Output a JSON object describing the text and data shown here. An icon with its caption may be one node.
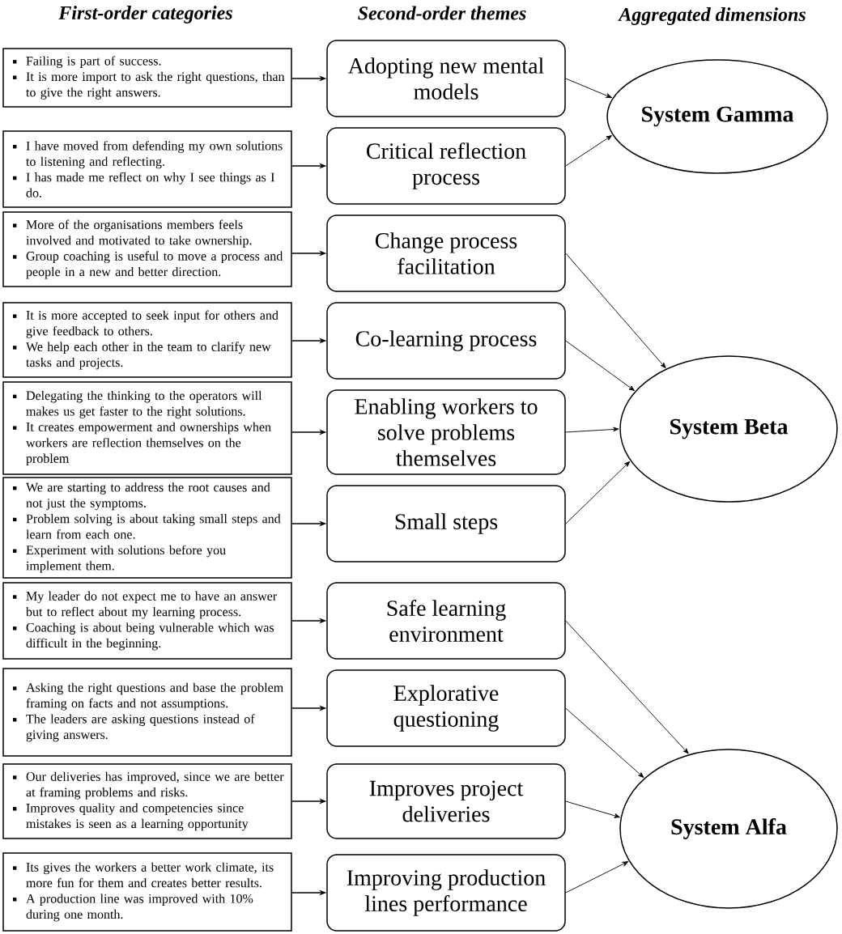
{
  "diagram": {
    "nodes": [
      {
        "text": [
          "Failing is part of success.",
          "It is more import to ask the right questions, than to give the right answers."
        ]
      },
      {
        "text": [
          "I have moved from defending my own solutions to listening and reflecting.",
          "I has made me reflect on why I see things as I do."
        ]
      },
      {
        "text": [
          "More of the organisations members feels involved and motivated to take ownership.",
          "Group coaching is useful to move a process and people in a new and better direction."
        ]
      },
      {
        "text": [
          "It is more accepted to seek input for others and give feedback to others.",
          "We help each other in the team to clarify new tasks and projects."
        ]
      },
      {
        "text": [
          "Delegating the thinking to the operators will makes us get faster to the right solutions.",
          "It creates empowerment and ownerships when workers are reflection themselves on the problem"
        ]
      },
      {
        "text": [
          "We are starting to address the root causes and not just the symptoms.",
          "Problem solving is about taking small steps and learn from each one.",
          "Experiment with solutions before you implement them."
        ]
      },
      {
        "text": [
          "My leader do not expect me to have an answer but to reflect about my learning process.",
          "Coaching is about being vulnerable which was difficult in the beginning."
        ]
      },
      {
        "text": [
          "Asking the right questions and base the problem framing on facts and not assumptions.",
          "The leaders are asking questions instead of giving answers."
        ]
      },
      {
        "text": [
          "Our deliveries has improved, since we are better at framing problems and risks.",
          "Improves quality and competencies since mistakes is seen as a learning opportunity"
        ]
      },
      {
        "text": [
          "Its gives the workers a better work climate, its more fun for them and creates better results.",
          "A production line was improved with 10% during one month."
        ]
      },
      {
        "text": [
          "Adopting new mental models"
        ]
      },
      {
        "text": [
          "Critical reflection process"
        ]
      },
      {
        "text": [
          "Change process facilitation"
        ]
      },
      {
        "text": [
          "Co-learning process"
        ]
      },
      {
        "text": [
          "Enabling workers to solve problems themselves"
        ]
      },
      {
        "text": [
          "Small steps"
        ]
      },
      {
        "text": [
          "Safe learning environment"
        ]
      },
      {
        "text": [
          "Explorative questioning"
        ]
      },
      {
        "text": [
          "Improves project deliveries"
        ]
      },
      {
        "text": [
          "Improving production lines performance"
        ]
      },
      {
        "text": [
          "System Gamma"
        ]
      },
      {
        "text": [
          "System Beta"
        ]
      },
      {
        "text": [
          "System Alfa"
        ]
      }
    ],
    "edges": [
      {
        "from": 0,
        "to": 10,
        "arrow": "to"
      },
      {
        "from": 1,
        "to": 11,
        "arrow": "to"
      },
      {
        "from": 2,
        "to": 12,
        "arrow": "to"
      },
      {
        "from": 3,
        "to": 13,
        "arrow": "to"
      },
      {
        "from": 4,
        "to": 14,
        "arrow": "to"
      },
      {
        "from": 5,
        "to": 15,
        "arrow": "to"
      },
      {
        "from": 6,
        "to": 16,
        "arrow": "to"
      },
      {
        "from": 7,
        "to": 17,
        "arrow": "to"
      },
      {
        "from": 8,
        "to": 18,
        "arrow": "to"
      },
      {
        "from": 9,
        "to": 19,
        "arrow": "to"
      },
      {
        "from": 10,
        "to": 20,
        "arrow": "to"
      },
      {
        "from": 11,
        "to": 20,
        "arrow": "to"
      },
      {
        "from": 12,
        "to": 21,
        "arrow": "to"
      },
      {
        "from": 13,
        "to": 21,
        "arrow": "to"
      },
      {
        "from": 14,
        "to": 21,
        "arrow": "to"
      },
      {
        "from": 15,
        "to": 21,
        "arrow": "to"
      },
      {
        "from": 16,
        "to": 22,
        "arrow": "to"
      },
      {
        "from": 17,
        "to": 22,
        "arrow": "to"
      },
      {
        "from": 18,
        "to": 22,
        "arrow": "to"
      },
      {
        "from": 19,
        "to": 22,
        "arrow": "to"
      }
    ],
    "labels": [
      "First-order categories",
      "Second-order themes",
      "Aggregated dimensions"
    ]
  }
}
